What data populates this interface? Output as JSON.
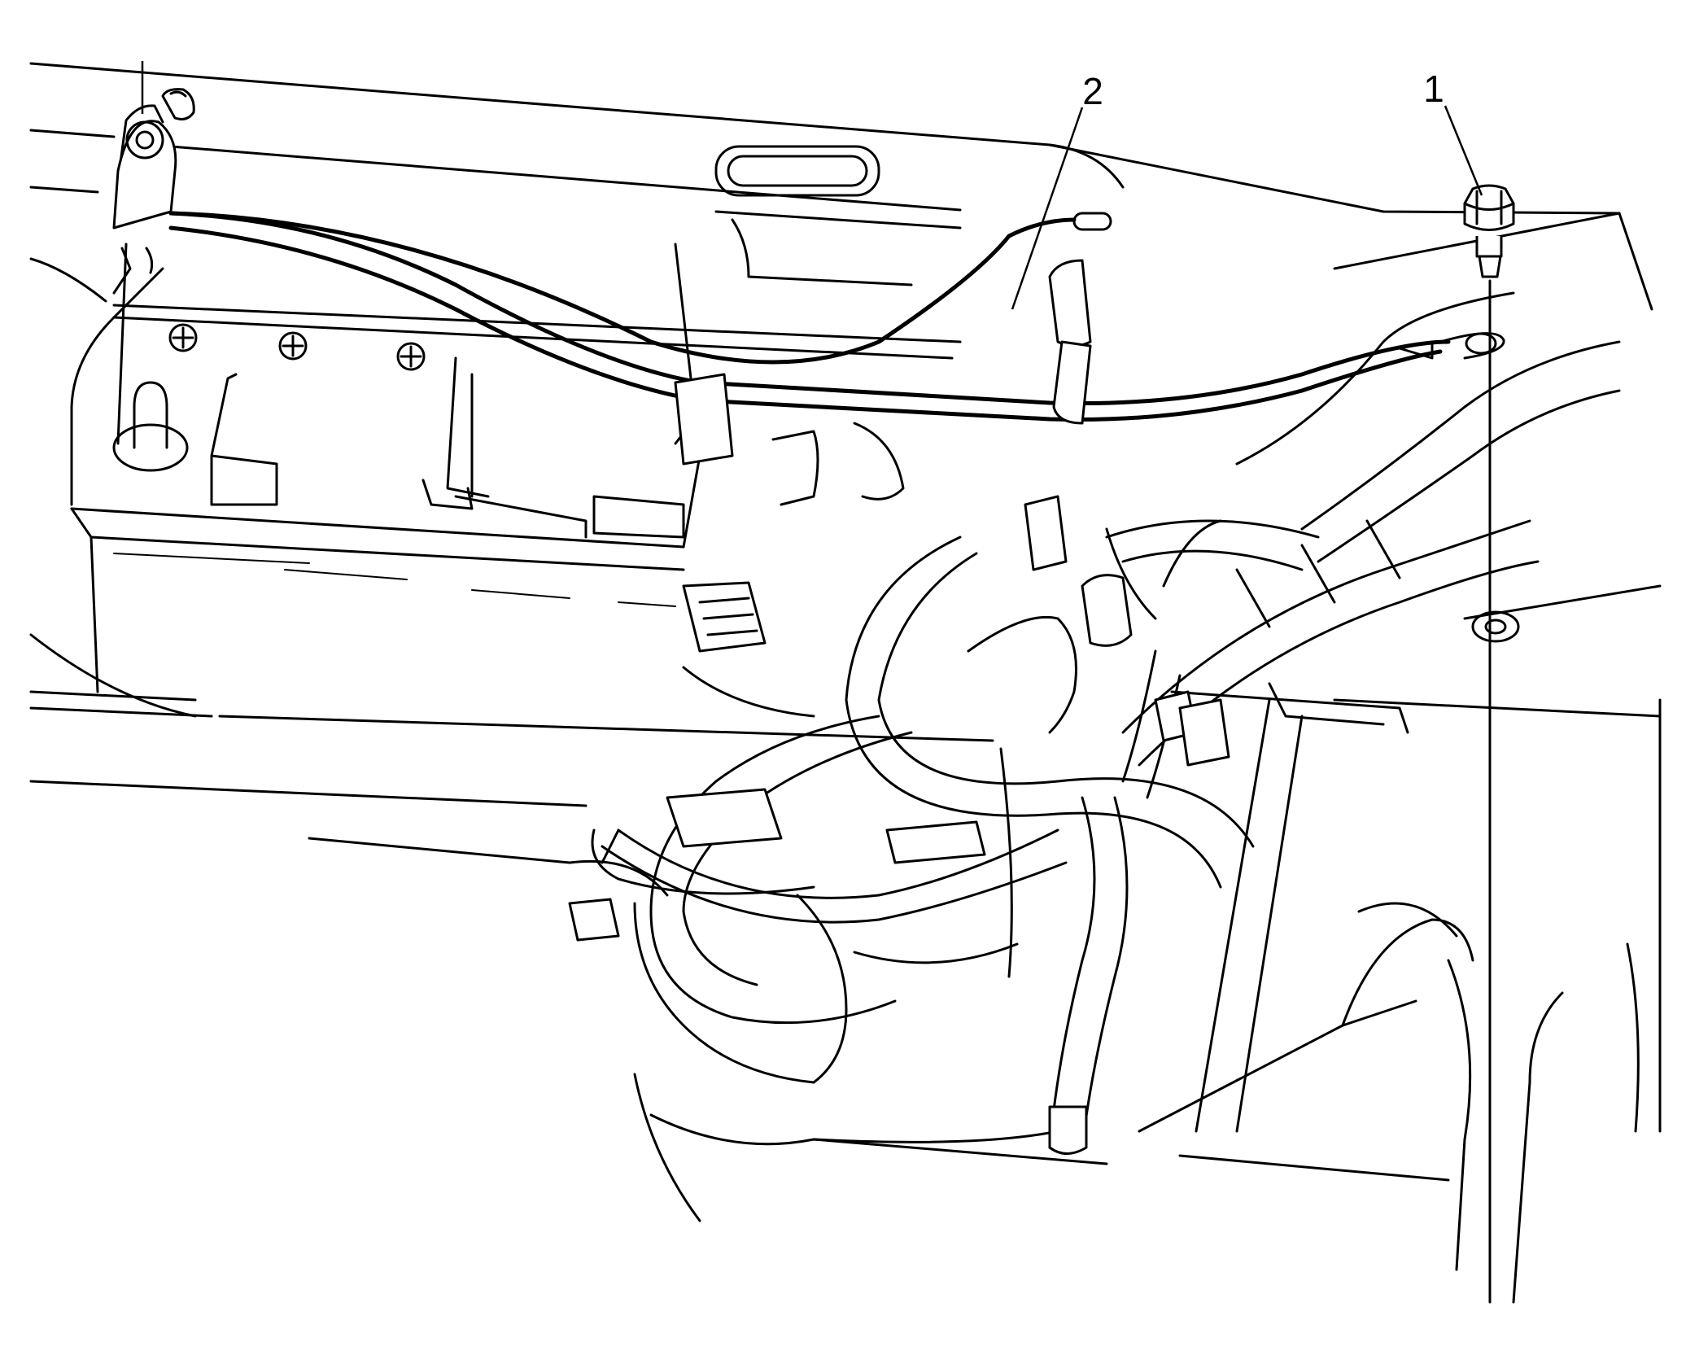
{
  "callouts": [
    {
      "id": "battery-ground-bolt",
      "label": "1"
    },
    {
      "id": "battery-ground-cable",
      "label": "2"
    }
  ]
}
